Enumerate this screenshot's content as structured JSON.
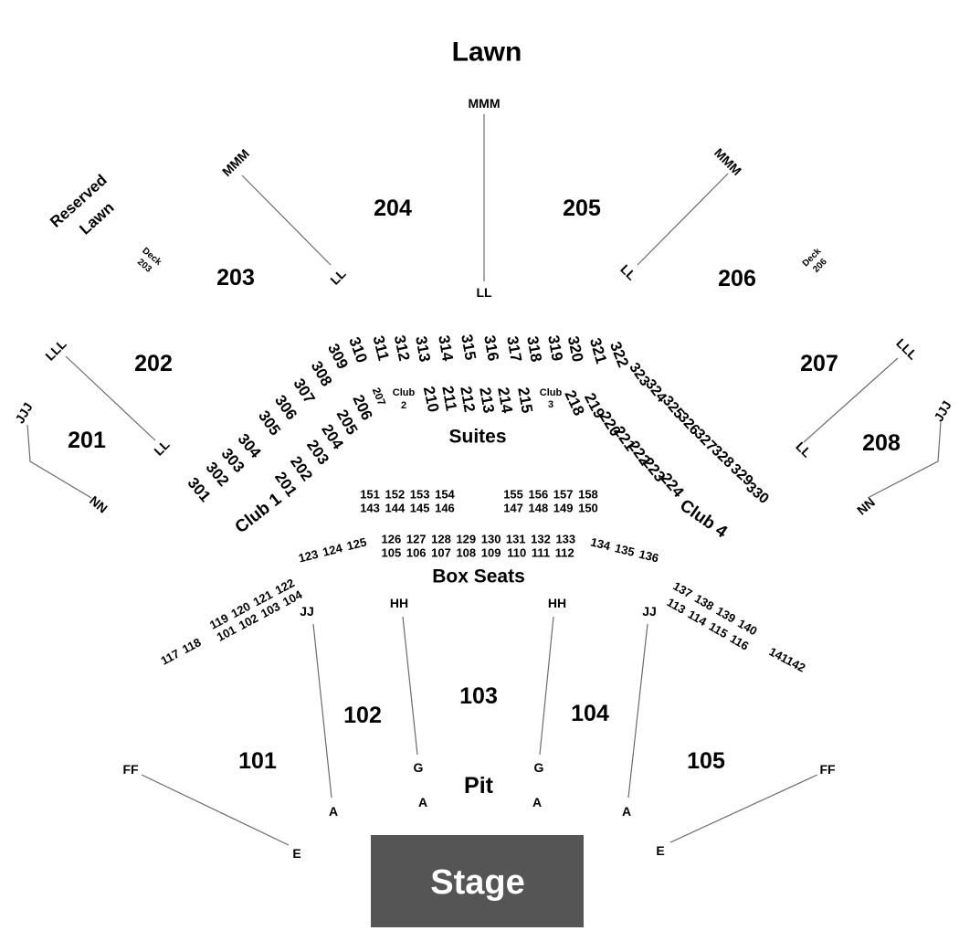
{
  "title": "Lawn",
  "reserved_lawn": [
    "Reserved",
    "Lawn"
  ],
  "decks": {
    "left": {
      "label": "Deck",
      "number": "203"
    },
    "right": {
      "label": "Deck",
      "number": "206"
    }
  },
  "upper_sections": {
    "s201": "201",
    "s202": "202",
    "s203": "203",
    "s204": "204",
    "s205": "205",
    "s206": "206",
    "s207": "207",
    "s208": "208"
  },
  "upper_row_markers": {
    "center": {
      "top": "MMM",
      "bottom": "LL"
    },
    "left": {
      "top": "MMM",
      "bottom": "LL"
    },
    "right": {
      "top": "MMM",
      "bottom": "LL"
    },
    "outer_left": {
      "top": "LLL",
      "bottom": "LL"
    },
    "outer_right": {
      "top": "LLL",
      "bottom": "LL"
    },
    "far_left": {
      "top": "JJJ",
      "bottom": "NN"
    },
    "far_right": {
      "top": "JJJ",
      "bottom": "NN"
    }
  },
  "sections_300": [
    "301",
    "302",
    "303",
    "304",
    "305",
    "306",
    "307",
    "308",
    "309",
    "310",
    "311",
    "312",
    "313",
    "314",
    "315",
    "316",
    "317",
    "318",
    "319",
    "320",
    "321",
    "322",
    "323",
    "324",
    "325",
    "326",
    "327",
    "328",
    "329",
    "330"
  ],
  "suites": {
    "label": "Suites",
    "left": [
      "201",
      "202",
      "203",
      "204",
      "205",
      "206"
    ],
    "s207": "207",
    "center": [
      "210",
      "211",
      "212",
      "213",
      "214",
      "215"
    ],
    "right": [
      "218",
      "219",
      "220",
      "221",
      "222",
      "223",
      "224"
    ],
    "club1": "Club 1",
    "club2": {
      "label": "Club",
      "number": "2"
    },
    "club3": {
      "label": "Club",
      "number": "3"
    },
    "club4": "Club 4"
  },
  "box_seats": {
    "label": "Box Seats",
    "rows": {
      "r151": "151 152 153 154",
      "r143": "143 144 145 146",
      "r155": "155 156 157 158",
      "r147": "147 148 149 150",
      "r126": "126 127 128 129 130",
      "r105": "105 106 107 108 109",
      "r131": "131 132 133",
      "r110": "110 111 112",
      "r123": "123 124 125",
      "r134": "134 135 136",
      "r119": "119 120 121 122",
      "r101": "101 102 103 104",
      "r117": "117 118",
      "r137": "137 138 139 140",
      "r113": "113 114 115 116",
      "r141": "141142"
    }
  },
  "lower_sections": {
    "s101": "101",
    "s102": "102",
    "s103": "103",
    "s104": "104",
    "s105": "105"
  },
  "pit": "Pit",
  "lower_row_markers": {
    "left_jj": {
      "top": "JJ",
      "bottom": "A"
    },
    "left_hh": {
      "top": "HH",
      "mid": "G",
      "bottom": "A"
    },
    "right_hh": {
      "top": "HH",
      "mid": "G",
      "bottom": "A"
    },
    "right_jj": {
      "top": "JJ",
      "bottom": "A"
    },
    "left_ff": {
      "top": "FF",
      "bottom": "E"
    },
    "right_ff": {
      "top": "FF",
      "bottom": "E"
    }
  },
  "stage": "Stage",
  "colors": {
    "stage_fill": "#555555",
    "stage_text": "#ffffff",
    "lines": "#6b6b6b",
    "background": "#ffffff"
  }
}
